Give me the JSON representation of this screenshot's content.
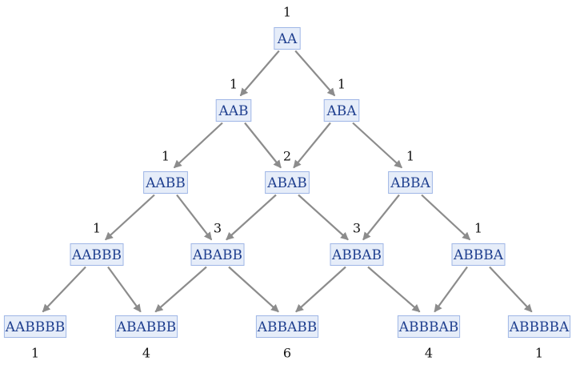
{
  "diagram": {
    "nodes": [
      {
        "id": "AA",
        "label": "AA",
        "count": "1",
        "level": 0,
        "slot": 0
      },
      {
        "id": "AAB",
        "label": "AAB",
        "count": "1",
        "level": 1,
        "slot": 0
      },
      {
        "id": "ABA",
        "label": "ABA",
        "count": "1",
        "level": 1,
        "slot": 1
      },
      {
        "id": "AABB",
        "label": "AABB",
        "count": "1",
        "level": 2,
        "slot": 0
      },
      {
        "id": "ABAB",
        "label": "ABAB",
        "count": "2",
        "level": 2,
        "slot": 1
      },
      {
        "id": "ABBA",
        "label": "ABBA",
        "count": "1",
        "level": 2,
        "slot": 2
      },
      {
        "id": "AABBB",
        "label": "AABBB",
        "count": "1",
        "level": 3,
        "slot": 0
      },
      {
        "id": "ABABB",
        "label": "ABABB",
        "count": "3",
        "level": 3,
        "slot": 1
      },
      {
        "id": "ABBAB",
        "label": "ABBAB",
        "count": "3",
        "level": 3,
        "slot": 2
      },
      {
        "id": "ABBBA",
        "label": "ABBBA",
        "count": "1",
        "level": 3,
        "slot": 3
      },
      {
        "id": "AABBBB",
        "label": "AABBBB",
        "count": "1",
        "level": 4,
        "slot": 0
      },
      {
        "id": "ABABBB",
        "label": "ABABBB",
        "count": "4",
        "level": 4,
        "slot": 1
      },
      {
        "id": "ABBABB",
        "label": "ABBABB",
        "count": "6",
        "level": 4,
        "slot": 2
      },
      {
        "id": "ABBBAB",
        "label": "ABBBAB",
        "count": "4",
        "level": 4,
        "slot": 3
      },
      {
        "id": "ABBBBA",
        "label": "ABBBBA",
        "count": "1",
        "level": 4,
        "slot": 4
      }
    ],
    "edges": [
      [
        "AA",
        "AAB"
      ],
      [
        "AA",
        "ABA"
      ],
      [
        "AAB",
        "AABB"
      ],
      [
        "AAB",
        "ABAB"
      ],
      [
        "ABA",
        "ABAB"
      ],
      [
        "ABA",
        "ABBA"
      ],
      [
        "AABB",
        "AABBB"
      ],
      [
        "AABB",
        "ABABB"
      ],
      [
        "ABAB",
        "ABABB"
      ],
      [
        "ABAB",
        "ABBAB"
      ],
      [
        "ABBA",
        "ABBAB"
      ],
      [
        "ABBA",
        "ABBBA"
      ],
      [
        "AABBB",
        "AABBBB"
      ],
      [
        "AABBB",
        "ABABBB"
      ],
      [
        "ABABB",
        "ABABBB"
      ],
      [
        "ABABB",
        "ABBABB"
      ],
      [
        "ABBAB",
        "ABBABB"
      ],
      [
        "ABBAB",
        "ABBBAB"
      ],
      [
        "ABBBA",
        "ABBBAB"
      ],
      [
        "ABBBA",
        "ABBBBA"
      ]
    ]
  },
  "colors": {
    "node_fill": "#e6edf9",
    "node_border": "#9fb6e6",
    "node_text": "#1f3f8f",
    "edge": "#8c8c8c",
    "count_text": "#111111"
  }
}
